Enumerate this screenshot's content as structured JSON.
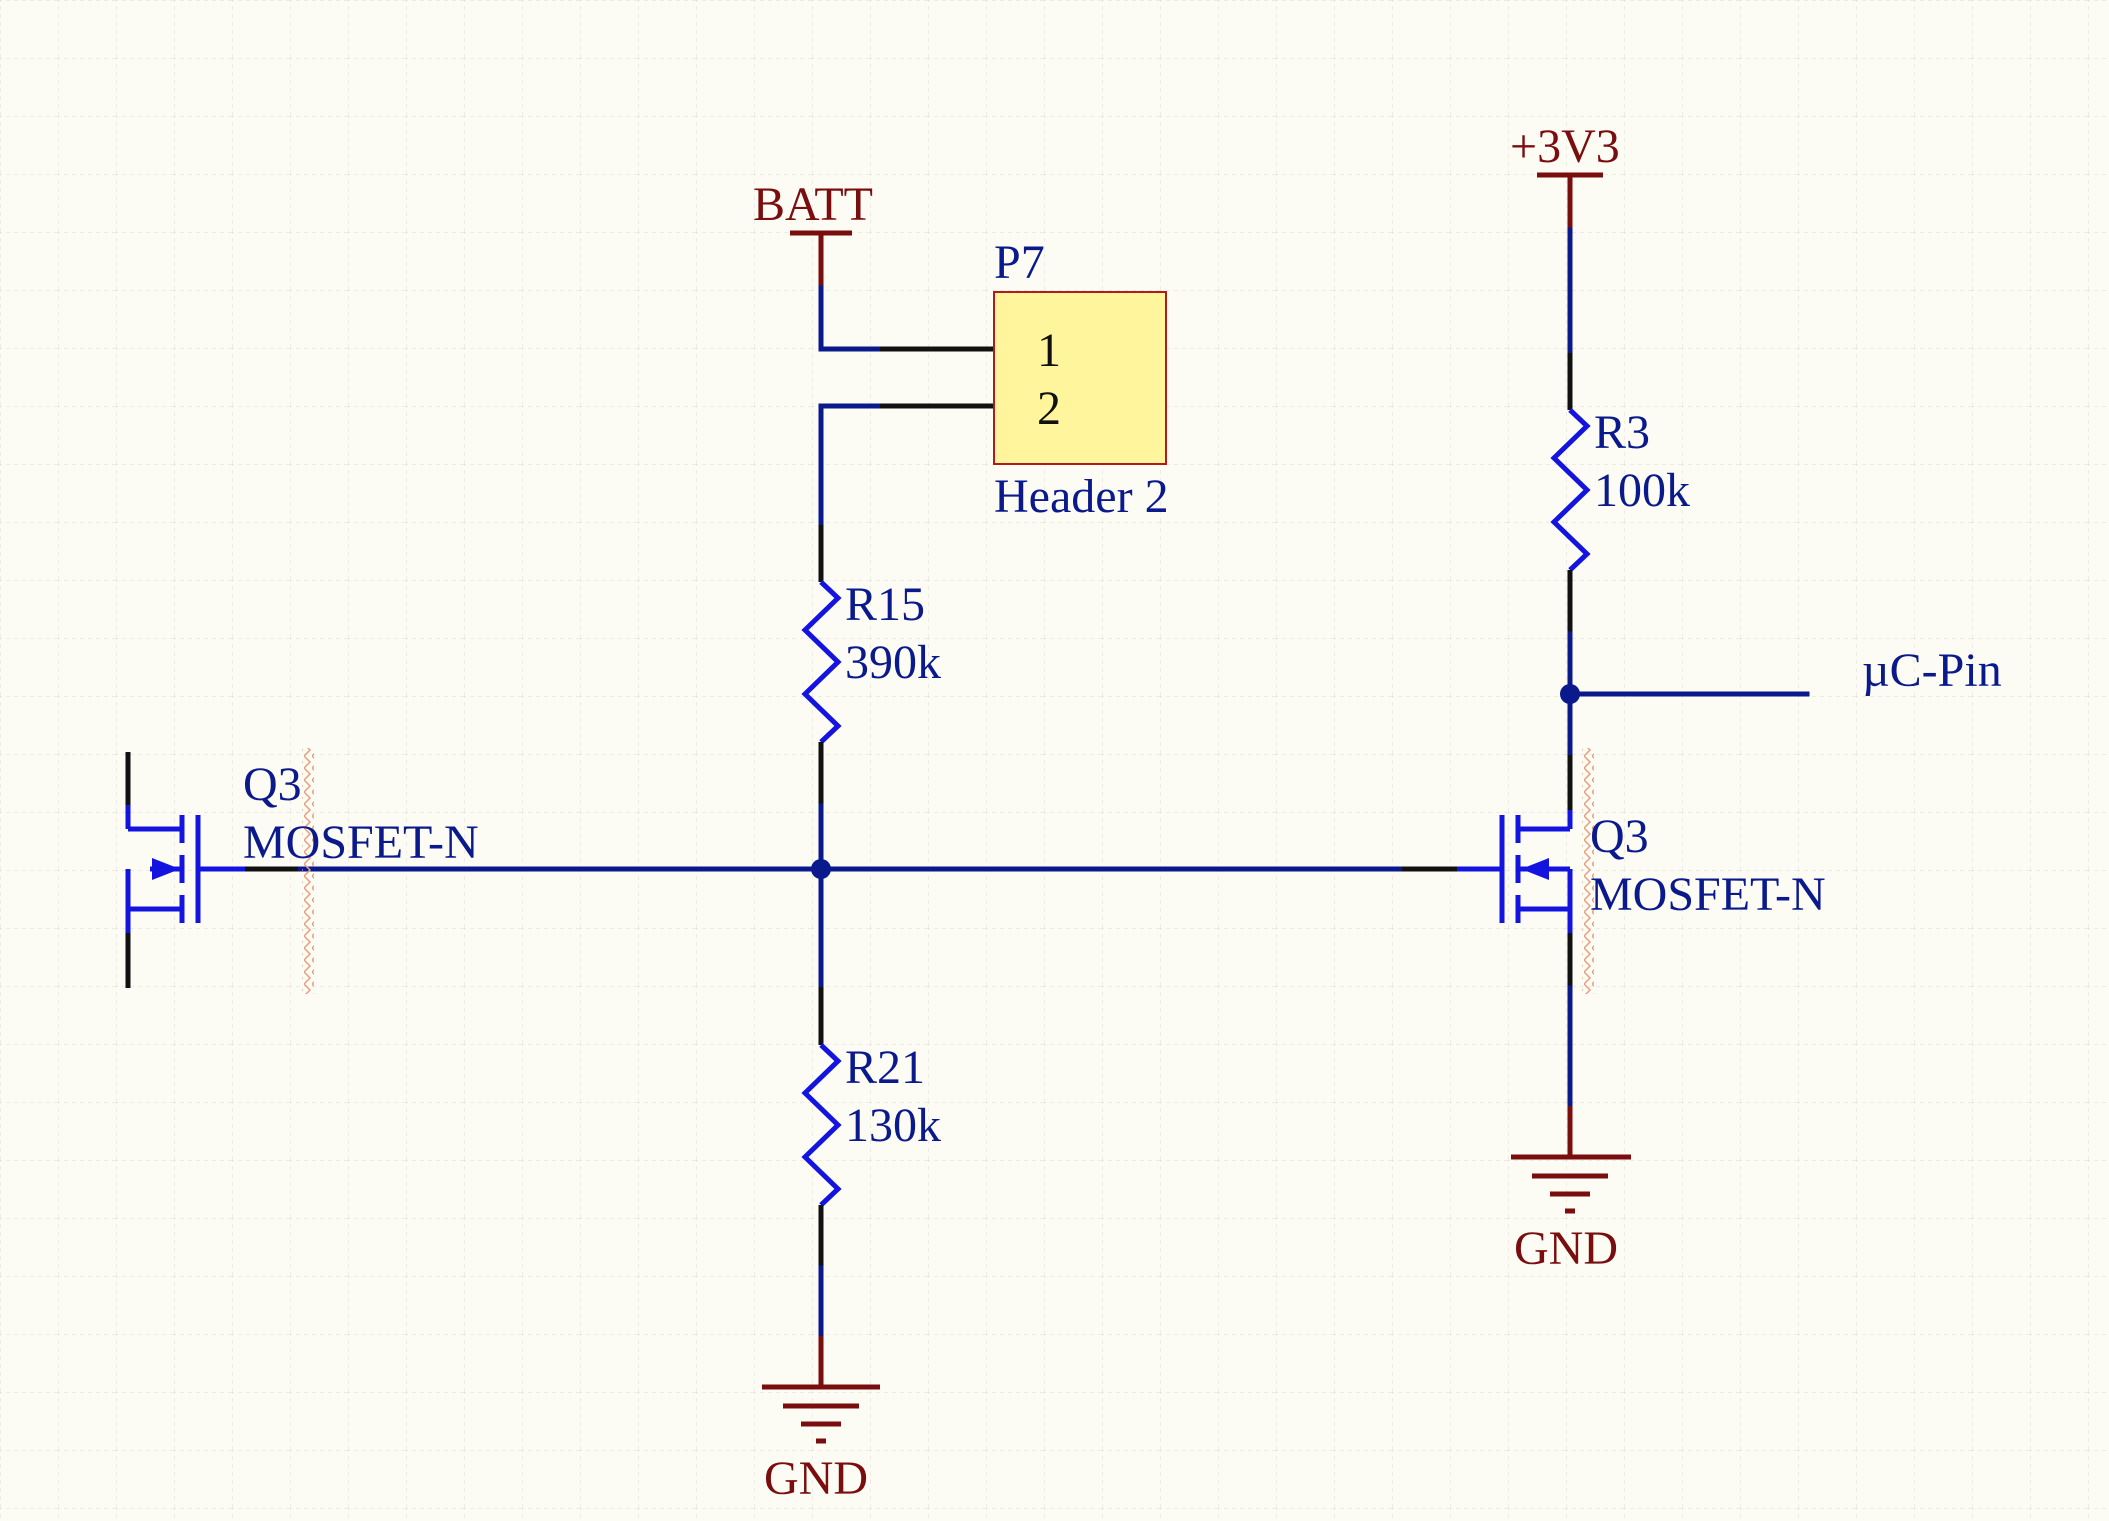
{
  "schematic": {
    "power": {
      "batt": "BATT",
      "v33": "+3V3",
      "gnd_left": "GND",
      "gnd_right": "GND"
    },
    "connector": {
      "designator": "P7",
      "comment": "Header 2",
      "pin1": "1",
      "pin2": "2"
    },
    "resistors": {
      "r15": {
        "designator": "R15",
        "value": "390k"
      },
      "r21": {
        "designator": "R21",
        "value": "130k"
      },
      "r3": {
        "designator": "R3",
        "value": "100k"
      }
    },
    "mosfets": {
      "left": {
        "designator": "Q3",
        "comment": "MOSFET-N"
      },
      "right": {
        "designator": "Q3",
        "comment": "MOSFET-N"
      }
    },
    "net_labels": {
      "uc_pin": "µC-Pin"
    },
    "colors": {
      "background": "#fcfbf4",
      "wire": "#0a1a8c",
      "component": "#1414e0",
      "power_port": "#7a0e0e",
      "header_fill": "#fef59c"
    }
  }
}
